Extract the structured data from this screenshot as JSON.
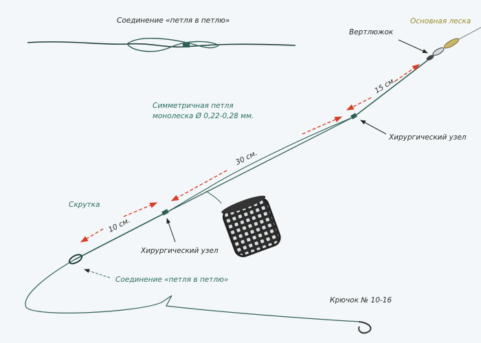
{
  "labels": {
    "top_connection": "Соединение «петля в петлю»",
    "main_line": "Основная леска",
    "swivel": "Вертлюжок",
    "len_15": "15 см.",
    "loop_line1": "Симметричная петля",
    "loop_line2": "монолеска Ø 0,22-0,28 мм.",
    "surgical_knot_upper": "Хирургический узел",
    "len_30": "30 см.",
    "twist": "Скрутка",
    "len_10": "10 см.",
    "surgical_knot_lower": "Хирургический узел",
    "bottom_connection": "Соединение «петля в петлю»",
    "hook": "Крючок № 10-16"
  },
  "colors": {
    "line": "#2f5e58",
    "arrow": "#d6402a",
    "green_text": "#2e6e64",
    "olive_text": "#9a8a2a",
    "feeder": "#2b2b2b"
  }
}
